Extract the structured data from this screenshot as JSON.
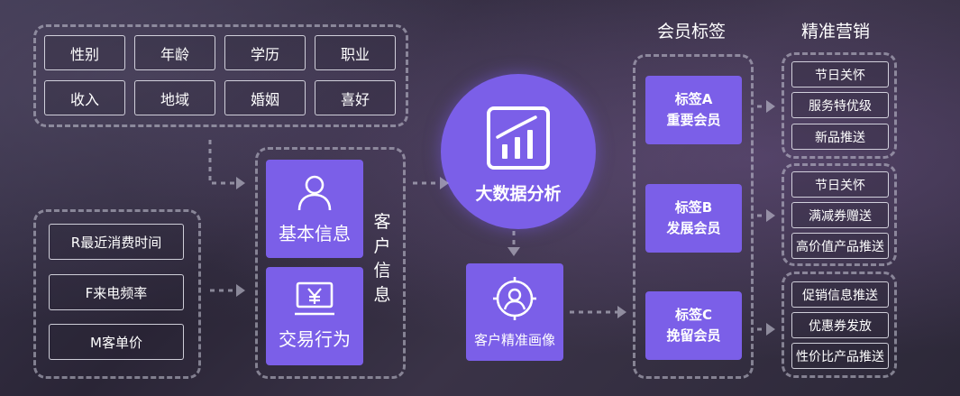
{
  "attributes": [
    "性别",
    "年龄",
    "学历",
    "职业",
    "收入",
    "地域",
    "婚姻",
    "喜好"
  ],
  "rfm": [
    "R最近消费时间",
    "F来电频率",
    "M客单价"
  ],
  "customer_info": {
    "basic_label": "基本信息",
    "transaction_label": "交易行为",
    "side_label": [
      "客",
      "户",
      "信",
      "息"
    ],
    "person_icon": "person-icon",
    "yen_icon": "yen-monitor-icon"
  },
  "big_data": {
    "label": "大数据分析",
    "icon": "bar-chart-trend-icon"
  },
  "portrait": {
    "label": "客户精准画像",
    "icon": "user-target-icon"
  },
  "headings": {
    "member_tags": "会员标签",
    "marketing": "精准营销"
  },
  "member_tags": [
    {
      "line1": "标签A",
      "line2": "重要会员"
    },
    {
      "line1": "标签B",
      "line2": "发展会员"
    },
    {
      "line1": "标签C",
      "line2": "挽留会员"
    }
  ],
  "marketing_groups": [
    [
      "节日关怀",
      "服务特优级",
      "新品推送"
    ],
    [
      "节日关怀",
      "满减券赠送",
      "高价值产品推送"
    ],
    [
      "促销信息推送",
      "优惠券发放",
      "性价比产品推送"
    ]
  ],
  "colors": {
    "accent": "#7b5fe8",
    "dashed": "#c8c8d7"
  }
}
